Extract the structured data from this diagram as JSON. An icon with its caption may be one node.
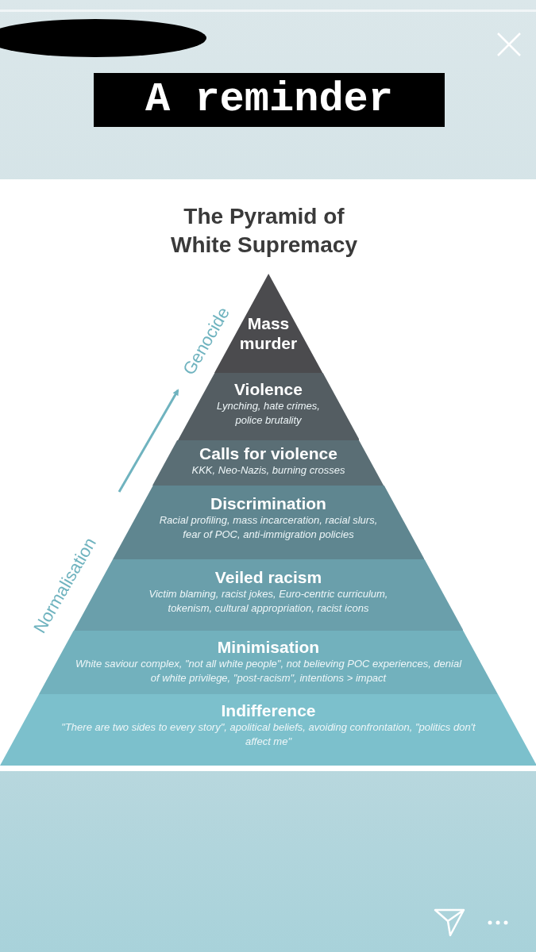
{
  "diagram": {
    "title": "The Pyramid of White Supremacy",
    "nodes": [
      {
        "text": [
          "Mass murder"
        ]
      },
      {
        "text": [
          "Violence",
          "Lynching, hate crimes, police brutality"
        ]
      },
      {
        "text": [
          "Calls for violence",
          "KKK, Neo-Nazis, burning crosses"
        ]
      },
      {
        "text": [
          "Discrimination",
          "Racial profiling, mass incarceration, racial slurs, fear of POC, anti-immigration policies"
        ]
      },
      {
        "text": [
          "Veiled racism",
          "Victim blaming, racist jokes, Euro-centric curriculum, tokenism, cultural appropriation, racist icons"
        ]
      },
      {
        "text": [
          "Minimisation",
          "White saviour complex, \"not all white people\", not believing POC experiences, denial of white privilege, \"post-racism\", intentions > impact"
        ]
      },
      {
        "text": [
          "Indifference",
          "\"There are two sides to every story\", apolitical beliefs, avoiding confrontation, \"politics don't affect me\""
        ]
      }
    ],
    "edges": [],
    "labels": [
      "A reminder",
      "Genocide",
      "Normalisation"
    ]
  }
}
